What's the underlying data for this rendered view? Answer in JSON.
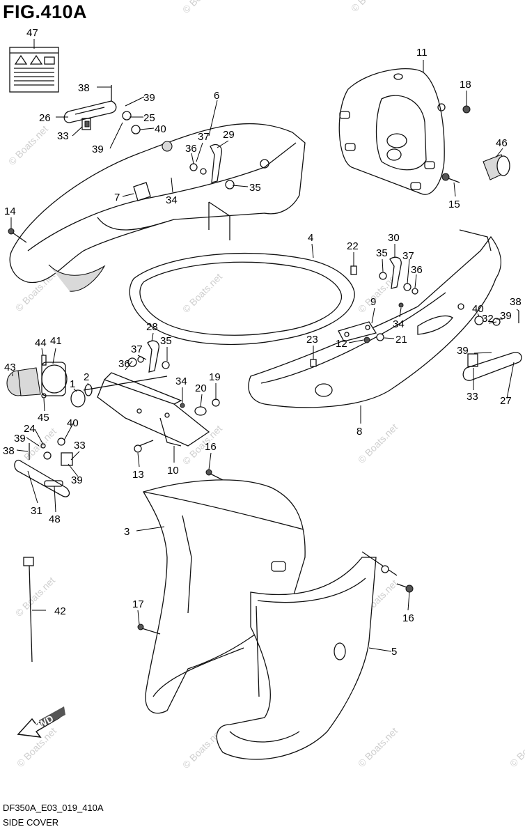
{
  "figure": {
    "title": "FIG.410A",
    "drawing_code": "DF350A_E03_019_410A",
    "section_name": "SIDE COVER"
  },
  "watermark": "© Boats.net",
  "direction_label": "FWD",
  "callouts": [
    {
      "id": "c47",
      "label": "47"
    },
    {
      "id": "c11",
      "label": "11"
    },
    {
      "id": "c38a",
      "label": "38"
    },
    {
      "id": "c39a",
      "label": "39"
    },
    {
      "id": "c6",
      "label": "6"
    },
    {
      "id": "c26",
      "label": "26"
    },
    {
      "id": "c25",
      "label": "25"
    },
    {
      "id": "c33a",
      "label": "33"
    },
    {
      "id": "c40a",
      "label": "40"
    },
    {
      "id": "c18",
      "label": "18"
    },
    {
      "id": "c37a",
      "label": "37"
    },
    {
      "id": "c29",
      "label": "29"
    },
    {
      "id": "c39b",
      "label": "39"
    },
    {
      "id": "c36a",
      "label": "36"
    },
    {
      "id": "c46",
      "label": "46"
    },
    {
      "id": "c7",
      "label": "7"
    },
    {
      "id": "c34a",
      "label": "34"
    },
    {
      "id": "c35a",
      "label": "35"
    },
    {
      "id": "c15",
      "label": "15"
    },
    {
      "id": "c14",
      "label": "14"
    },
    {
      "id": "c4",
      "label": "4"
    },
    {
      "id": "c30",
      "label": "30"
    },
    {
      "id": "c22",
      "label": "22"
    },
    {
      "id": "c35b",
      "label": "35"
    },
    {
      "id": "c37b",
      "label": "37"
    },
    {
      "id": "c36b",
      "label": "36"
    },
    {
      "id": "c9",
      "label": "9"
    },
    {
      "id": "c38b",
      "label": "38"
    },
    {
      "id": "c40b",
      "label": "40"
    },
    {
      "id": "c32",
      "label": "32"
    },
    {
      "id": "c39c",
      "label": "39"
    },
    {
      "id": "c34b",
      "label": "34"
    },
    {
      "id": "c28",
      "label": "28"
    },
    {
      "id": "c23",
      "label": "23"
    },
    {
      "id": "c12",
      "label": "12"
    },
    {
      "id": "c21",
      "label": "21"
    },
    {
      "id": "c39d",
      "label": "39"
    },
    {
      "id": "c44",
      "label": "44"
    },
    {
      "id": "c41",
      "label": "41"
    },
    {
      "id": "c37c",
      "label": "37"
    },
    {
      "id": "c35c",
      "label": "35"
    },
    {
      "id": "c43",
      "label": "43"
    },
    {
      "id": "c36c",
      "label": "36"
    },
    {
      "id": "c2",
      "label": "2"
    },
    {
      "id": "c1",
      "label": "1"
    },
    {
      "id": "c34c",
      "label": "34"
    },
    {
      "id": "c20",
      "label": "20"
    },
    {
      "id": "c19",
      "label": "19"
    },
    {
      "id": "c33b",
      "label": "33"
    },
    {
      "id": "c27",
      "label": "27"
    },
    {
      "id": "c45",
      "label": "45"
    },
    {
      "id": "c40c",
      "label": "40"
    },
    {
      "id": "c24",
      "label": "24"
    },
    {
      "id": "c39e",
      "label": "39"
    },
    {
      "id": "c38c",
      "label": "38"
    },
    {
      "id": "c33c",
      "label": "33"
    },
    {
      "id": "c8",
      "label": "8"
    },
    {
      "id": "c39f",
      "label": "39"
    },
    {
      "id": "c13",
      "label": "13"
    },
    {
      "id": "c10",
      "label": "10"
    },
    {
      "id": "c16a",
      "label": "16"
    },
    {
      "id": "c31",
      "label": "31"
    },
    {
      "id": "c48",
      "label": "48"
    },
    {
      "id": "c3",
      "label": "3"
    },
    {
      "id": "c42",
      "label": "42"
    },
    {
      "id": "c17",
      "label": "17"
    },
    {
      "id": "c16b",
      "label": "16"
    },
    {
      "id": "c5",
      "label": "5"
    }
  ]
}
